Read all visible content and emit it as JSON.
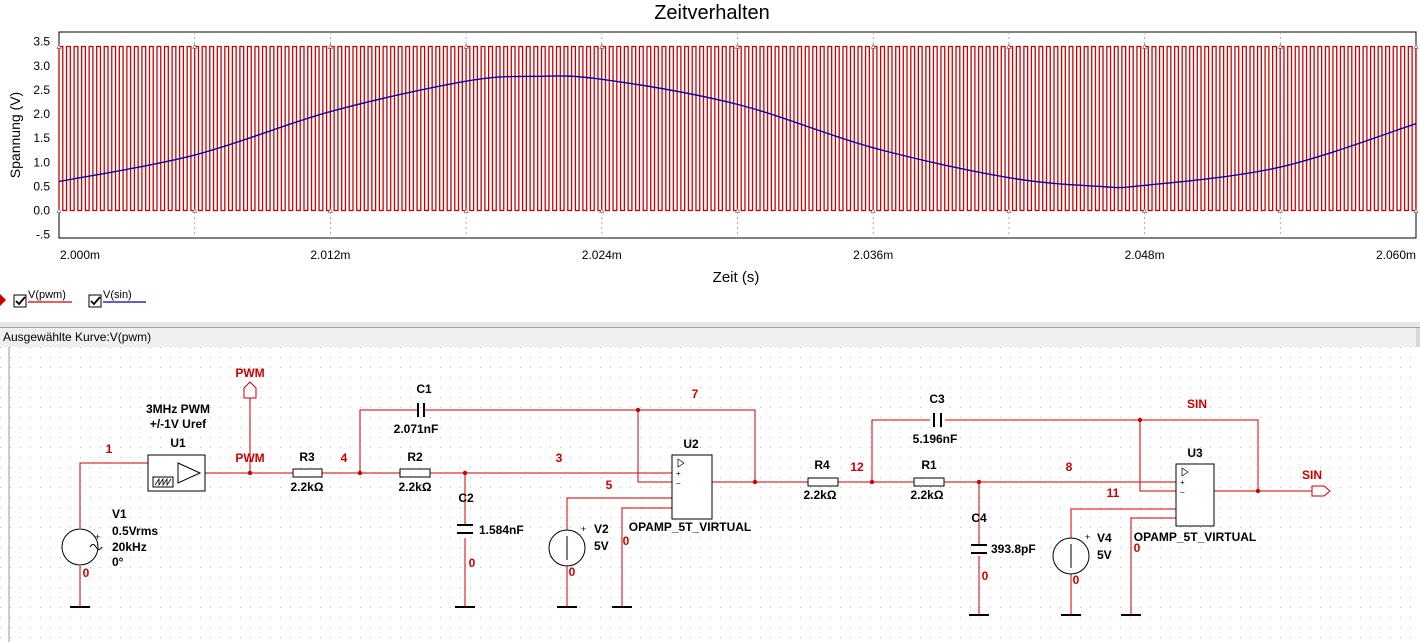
{
  "chart_data": {
    "type": "line",
    "title": "Zeitverhalten",
    "xlabel": "Zeit (s)",
    "ylabel": "Spannung (V)",
    "xlim": [
      0.002,
      0.00206
    ],
    "ylim": [
      -0.5,
      3.5
    ],
    "xticks": [
      0.002,
      0.002012,
      0.002024,
      0.002036,
      0.002048,
      0.00206
    ],
    "xtick_labels": [
      "2.000m",
      "2.012m",
      "2.024m",
      "2.036m",
      "2.048m",
      "2.060m"
    ],
    "yticks": [
      3.5,
      3.0,
      2.5,
      2.0,
      1.5,
      1.0,
      0.5,
      0.0,
      -0.5
    ],
    "ytick_labels": [
      "3.5",
      "3.0",
      "2.5",
      "2.0",
      "1.5",
      "1.0",
      "0.5",
      "0.0",
      "-.5"
    ],
    "grid": true,
    "legend_position": "bottom-left",
    "series": [
      {
        "name": "V(pwm)",
        "color": "#cc0000",
        "kind": "pwm",
        "low": 0.0,
        "high": 3.4,
        "period_s": 3.333e-07
      },
      {
        "name": "V(sin)",
        "color": "#0000aa",
        "kind": "sine",
        "x": [
          0.002,
          0.002006,
          0.002012,
          0.002018,
          0.002021,
          0.002024,
          0.00203,
          0.002036,
          0.002042,
          0.002046,
          0.002048,
          0.002054,
          0.00206
        ],
        "y": [
          0.6,
          1.15,
          2.05,
          2.68,
          2.78,
          2.72,
          2.2,
          1.3,
          0.68,
          0.5,
          0.52,
          0.9,
          1.8
        ]
      }
    ]
  },
  "status": {
    "selected_curve": "Ausgewählte Kurve:V(pwm)"
  },
  "legend": {
    "pwm_label": "V(pwm)",
    "sin_label": "V(sin)"
  },
  "schematic": {
    "net_labels": {
      "n1": "1",
      "n4": "4",
      "n7": "7",
      "n3": "3",
      "n5": "5",
      "n12": "12",
      "n8": "8",
      "n11": "11",
      "n0a": "0",
      "n0b": "0",
      "n0c": "0",
      "n0d": "0",
      "n0e": "0",
      "n0f": "0",
      "n0g": "0"
    },
    "pwm_block": {
      "title1": "3MHz PWM",
      "title2": "+/-1V Uref",
      "ref": "U1",
      "out_label": "PWM",
      "probe_label": "PWM"
    },
    "v1": {
      "ref": "V1",
      "amp": "0.5Vrms",
      "freq": "20kHz",
      "phase": "0°"
    },
    "v2": {
      "ref": "V2",
      "value": "5V"
    },
    "v4": {
      "ref": "V4",
      "value": "5V"
    },
    "r3": {
      "ref": "R3",
      "value": "2.2kΩ"
    },
    "r2": {
      "ref": "R2",
      "value": "2.2kΩ"
    },
    "r4": {
      "ref": "R4",
      "value": "2.2kΩ"
    },
    "r1": {
      "ref": "R1",
      "value": "2.2kΩ"
    },
    "c1": {
      "ref": "C1",
      "value": "2.071nF"
    },
    "c2": {
      "ref": "C2",
      "value": "1.584nF"
    },
    "c3": {
      "ref": "C3",
      "value": "5.196nF"
    },
    "c4": {
      "ref": "C4",
      "value": "393.8pF"
    },
    "u2": {
      "ref": "U2",
      "model": "OPAMP_5T_VIRTUAL"
    },
    "u3": {
      "ref": "U3",
      "model": "OPAMP_5T_VIRTUAL"
    },
    "sin_net_label": "SIN",
    "sin_out_label": "SIN"
  }
}
